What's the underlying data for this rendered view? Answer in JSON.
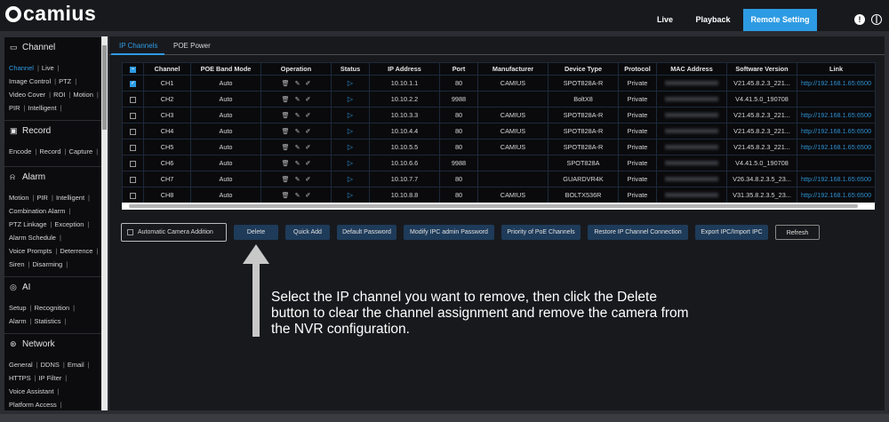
{
  "header": {
    "logo": "camius",
    "nav": [
      "Live",
      "Playback",
      "Remote Setting"
    ],
    "active_nav": "Remote Setting",
    "accent": "#2d9be3"
  },
  "sidebar": {
    "sections": [
      {
        "title": "Channel",
        "icon": "camera-icon",
        "rows": [
          [
            "Channel",
            "Live"
          ],
          [
            "Image Control",
            "PTZ"
          ],
          [
            "Video Cover",
            "ROI",
            "Motion"
          ],
          [
            "PIR",
            "Intelligent"
          ]
        ]
      },
      {
        "title": "Record",
        "icon": "record-icon",
        "rows": [
          [
            "Encode",
            "Record",
            "Capture"
          ]
        ]
      },
      {
        "title": "Alarm",
        "icon": "alarm-icon",
        "rows": [
          [
            "Motion",
            "PIR",
            "Intelligent"
          ],
          [
            "Combination Alarm"
          ],
          [
            "PTZ Linkage",
            "Exception"
          ],
          [
            "Alarm Schedule"
          ],
          [
            "Voice Prompts",
            "Deterrence"
          ],
          [
            "Siren",
            "Disarming"
          ]
        ]
      },
      {
        "title": "AI",
        "icon": "ai-icon",
        "rows": [
          [
            "Setup",
            "Recognition"
          ],
          [
            "Alarm",
            "Statistics"
          ]
        ]
      },
      {
        "title": "Network",
        "icon": "network-icon",
        "rows": [
          [
            "General",
            "DDNS",
            "Email"
          ],
          [
            "HTTPS",
            "IP Filter"
          ],
          [
            "Voice Assistant"
          ],
          [
            "Platform Access"
          ]
        ]
      }
    ],
    "active_link": "Channel"
  },
  "tabs": [
    "IP Channels",
    "POE Power"
  ],
  "table": {
    "columns": [
      "",
      "Channel",
      "POE Band Mode",
      "Operation",
      "Status",
      "IP Address",
      "Port",
      "Manufacturer",
      "Device Type",
      "Protocol",
      "MAC Address",
      "Software Version",
      "Link"
    ],
    "rows": [
      {
        "checked": true,
        "channel": "CH1",
        "poe": "Auto",
        "ip": "10.10.1.1",
        "port": "80",
        "manufacturer": "CAMIUS",
        "device": "SPOT828A-R",
        "protocol": "Private",
        "software": "V21.45.8.2.3_221...",
        "link": "http://192.168.1.65:6500"
      },
      {
        "checked": false,
        "channel": "CH2",
        "poe": "Auto",
        "ip": "10.10.2.2",
        "port": "9988",
        "manufacturer": "",
        "device": "BoltX8",
        "protocol": "Private",
        "software": "V4.41.5.0_190708",
        "link": ""
      },
      {
        "checked": false,
        "channel": "CH3",
        "poe": "Auto",
        "ip": "10.10.3.3",
        "port": "80",
        "manufacturer": "CAMIUS",
        "device": "SPOT828A-R",
        "protocol": "Private",
        "software": "V21.45.8.2.3_221...",
        "link": "http://192.168.1.65:6500"
      },
      {
        "checked": false,
        "channel": "CH4",
        "poe": "Auto",
        "ip": "10.10.4.4",
        "port": "80",
        "manufacturer": "CAMIUS",
        "device": "SPOT828A-R",
        "protocol": "Private",
        "software": "V21.45.8.2.3_221...",
        "link": "http://192.168.1.65:6500"
      },
      {
        "checked": false,
        "channel": "CH5",
        "poe": "Auto",
        "ip": "10.10.5.5",
        "port": "80",
        "manufacturer": "CAMIUS",
        "device": "SPOT828A-R",
        "protocol": "Private",
        "software": "V21.45.8.2.3_221...",
        "link": "http://192.168.1.65:6500"
      },
      {
        "checked": false,
        "channel": "CH6",
        "poe": "Auto",
        "ip": "10.10.6.6",
        "port": "9988",
        "manufacturer": "",
        "device": "SPOT828A",
        "protocol": "Private",
        "software": "V4.41.5.0_190708",
        "link": ""
      },
      {
        "checked": false,
        "channel": "CH7",
        "poe": "Auto",
        "ip": "10.10.7.7",
        "port": "80",
        "manufacturer": "",
        "device": "GUARDVR4K",
        "protocol": "Private",
        "software": "V26.34.8.2.3.5_23...",
        "link": "http://192.168.1.65:6500"
      },
      {
        "checked": false,
        "channel": "CH8",
        "poe": "Auto",
        "ip": "10.10.8.8",
        "port": "80",
        "manufacturer": "CAMIUS",
        "device": "BOLTX536R",
        "protocol": "Private",
        "software": "V31.35.8.2.3.5_23...",
        "link": "http://192.168.1.65:6500"
      }
    ]
  },
  "actions": {
    "auto_add": "Automatic Camera Addition",
    "buttons": [
      "Delete",
      "Quick Add",
      "Default Password",
      "Modify IPC admin Password",
      "Priority of PoE Channels",
      "Restore IP Channel Connection",
      "Export IPC/Import IPC",
      "Refresh"
    ]
  },
  "annotation": "Select the IP channel you want to remove, then click the Delete button to clear the channel assignment and remove the camera from the NVR configuration."
}
